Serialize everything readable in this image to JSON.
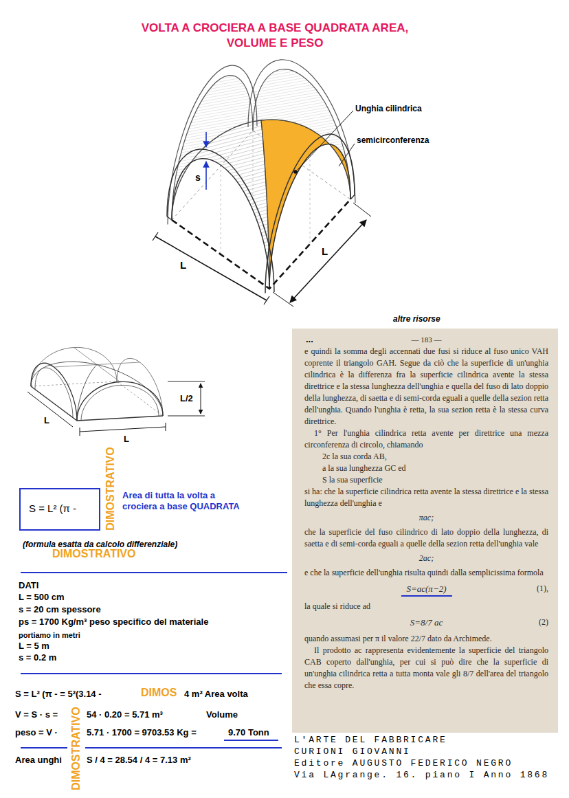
{
  "diagram": {
    "title": "VOLTA A CROCIERA A BASE QUADRATA AREA, VOLUME E PESO",
    "nodes": [
      {
        "text": [
          "S = L² (π -"
        ]
      },
      {
        "text": [
          "...",
          "— 183 —",
          "e quindi la somma degli accennati due fusi si riduce al fuso unico VAH coprente il triangolo GAH. Segue da ciò che la superficie di un'unghia cilindrica è la differenza fra la superficie cilindrica avente la stessa direttrice e la stessa lunghezza dell'unghia e quella del fuso di lato doppio della lunghezza, di saetta e di semi-corda eguali a quelle della sezion retta dell'unghia. Quando l'unghia è retta, la sua sezion retta è la stessa curva direttrice.",
          "1° Per l'unghia cilindrica retta avente per direttrice una mezza circonferenza di circolo, chiamando",
          "2c la sua corda AB,",
          "a la sua lunghezza GC ed",
          "S la sua superficie",
          "si ha: che la superficie cilindrica retta avente la stessa direttrice e la stessa lunghezza dell'unghia e",
          "πac;",
          "che la superficie del fuso cilindrico di lato doppio della lunghezza, di saetta e di semi-corda eguali a quelle della sezion retta dell'unghia vale",
          "2ac;",
          "e che la superficie dell'unghia risulta quindi dalla semplicissima formola",
          "S=ac(π−2)",
          "(1),",
          "la quale si riduce ad",
          "S=8/7 ac",
          "(2)",
          "quando assumasi per π il valore 22/7 dato da Archimede.",
          "Il prodotto ac rappresenta evidentemente la superficie del triangolo CAB coperto dall'unghia, per cui si può dire che la superficie di un'unghia cilindrica retta a tutta monta vale gli 8/7 dell'area del triangolo che essa copre."
        ]
      }
    ],
    "labels": [
      "Unghia cilindrica",
      "semicirconferenza",
      "s",
      "L",
      "L",
      "altre risorse",
      "L",
      "L/2",
      "L",
      "DIMOSTRATIVO",
      "Area di tutta la volta a crociera a base QUADRATA",
      "(formula esatta da calcolo differenziale)",
      "DIMOSTRATIVO",
      "DATI",
      "L = 500 cm",
      "s = 20 cm spessore",
      "ps = 1700 Kg/m³ peso specifico del materiale",
      "portiamo in metri",
      "L = 5 m",
      "s = 0.2 m",
      "S = L² (π - = 5²(3.14 -",
      "DIMOS",
      "4 m² Area volta",
      "V = S · s =",
      "54 · 0.20 = 5.71 m³",
      "Volume",
      "peso = V ·",
      "5.71 · 1700 = 9703.53 Kg =",
      "9.70 Tonn",
      "Area unghi",
      "S / 4 = 28.54 / 4 = 7.13 m²",
      "DIMOSTRATIVO",
      "L'ARTE DEL FABBRICARE",
      "CURIONI GIOVANNI",
      "Editore AUGUSTO FEDERICO NEGRO",
      "Via LAgrange. 16. piano I Anno 1868"
    ]
  }
}
